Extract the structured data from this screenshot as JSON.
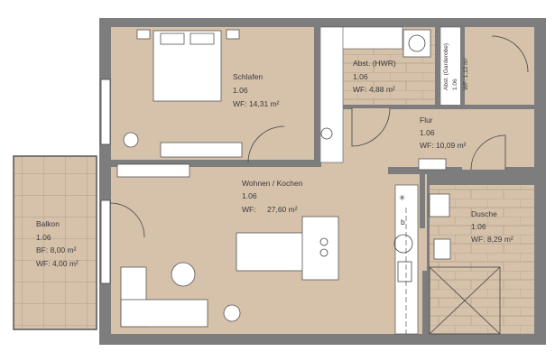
{
  "colors": {
    "floor": "#d6c1ab",
    "wall": "#7d7d7d",
    "tile_line": "#a9927b",
    "furniture": "#ffffff"
  },
  "rooms": {
    "schlafen": {
      "name": "Schlafen",
      "number": "1.06",
      "area": "WF: 14,31 m²"
    },
    "hwr": {
      "name": "Abst. (HWR)",
      "number": "1.06",
      "area": "WF: 4,88 m²"
    },
    "garderobe": {
      "name": "Abst. (Garderobe)",
      "number": "1.06",
      "area": "WF: 1,12 m²"
    },
    "flur": {
      "name": "Flur",
      "number": "1.06",
      "area": "WF: 10,09 m²"
    },
    "wohnen": {
      "name": "Wohnen / Kochen",
      "number": "1.06",
      "area_label": "WF:",
      "area_value": "27,60 m²"
    },
    "dusche": {
      "name": "Dusche",
      "number": "1.06",
      "area": "WF: 8,29 m²"
    },
    "balkon": {
      "name": "Balkon",
      "number": "1.06",
      "bf": "BF: 8,00 m²",
      "wf": "WF: 4,00 m²"
    }
  },
  "fixtures": {
    "fridge_symbol": "✳",
    "dishwasher_symbol": "b"
  }
}
